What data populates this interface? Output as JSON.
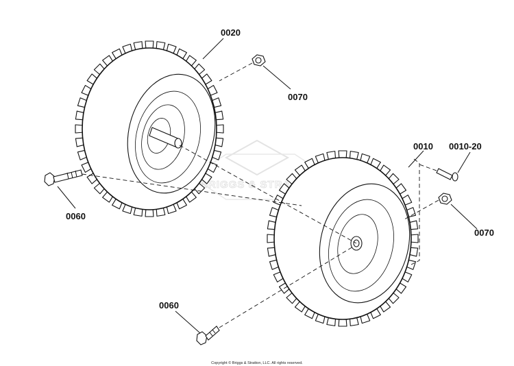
{
  "callouts": {
    "wheel_upper": "0020",
    "nut_upper": "0070",
    "bolt_left": "0060",
    "wheel_lower": "0010",
    "valve_stem": "0010-20",
    "nut_lower": "0070",
    "bolt_lower": "0060"
  },
  "watermark": "BRIGGS & STRATTON",
  "copyright": "Copyright © Briggs & Stratton, LLC. All rights reserved."
}
